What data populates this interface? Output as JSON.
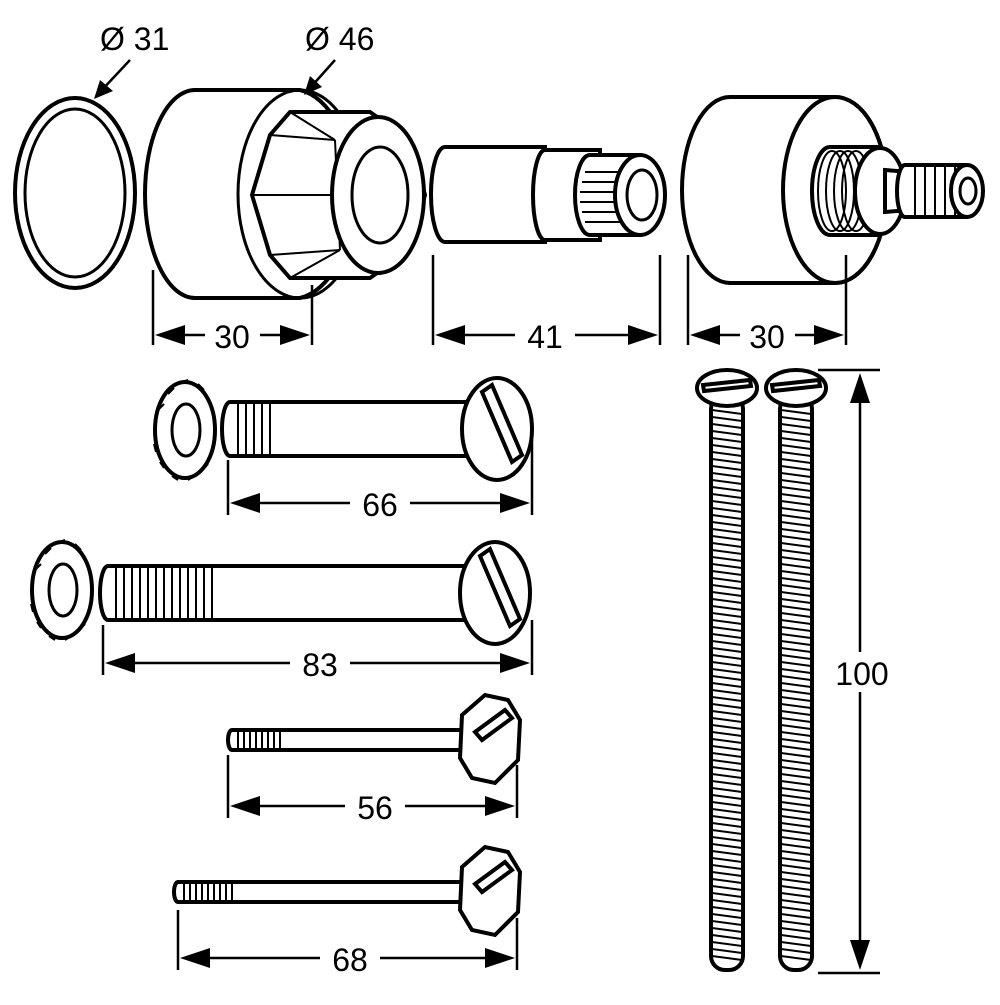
{
  "diameter_labels": {
    "seal": "Ø 31",
    "hex_fitting": "Ø 46"
  },
  "dimensions": {
    "fitting_left_length": "30",
    "spindle_extension_length": "41",
    "fitting_right_length": "30",
    "bolt_short_length": "66",
    "bolt_long_length": "83",
    "screw_small_length": "56",
    "screw_medium_length": "68",
    "mounting_screw_length": "100"
  }
}
